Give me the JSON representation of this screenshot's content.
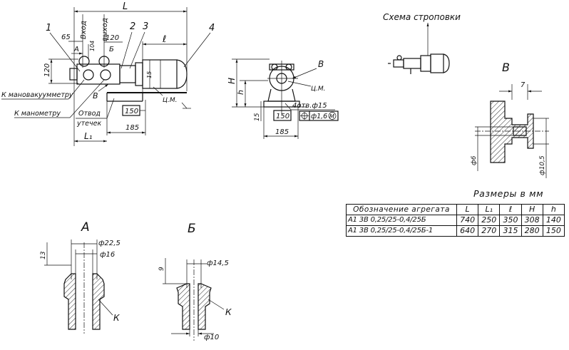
{
  "labels": {
    "overall_length": "L",
    "inlet": "Вход",
    "outlet": "выход",
    "callout_1": "1",
    "callout_2": "2",
    "callout_3": "3",
    "callout_4": "4",
    "dim_65": "65",
    "dim_104": "104",
    "dim_120_top": "120",
    "dim_120_left": "120",
    "dim_l": "ℓ",
    "dim_15_vert": "15",
    "section_a_marker": "А",
    "section_b_marker": "Б",
    "view_v_marker": "В",
    "cm": "Ц.М.",
    "to_vacuum_gauge": "К мановакуумметру",
    "to_pressure_gauge": "К манометру",
    "leak_drain_line1": "Отвод",
    "leak_drain_line2": "утечек",
    "dim_150_boxed": "150",
    "dim_185": "185",
    "dim_l1": "L₁",
    "dim_H": "H",
    "dim_h": "h",
    "dim_15_end": "15",
    "dim_150_end": "150",
    "dim_185_end": "185",
    "holes_note": "4отв.ф15",
    "tolerance_phi": "ф1,6",
    "tolerance_m": "М",
    "sling_title": "Схема строповки",
    "view_v_title": "В",
    "dim_7": "7",
    "dim_phi6": "ф6",
    "dim_phi10_5": "ф10,5",
    "section_a_title": "А",
    "section_b_title": "Б",
    "a_dim_13": "13",
    "a_dim_phi22_5": "ф22,5",
    "a_dim_phi16": "ф16",
    "a_k": "К",
    "b_dim_9": "9",
    "b_dim_phi14_5": "ф14,5",
    "b_dim_phi10": "ф10",
    "b_k": "К"
  },
  "table": {
    "title": "Размеры в мм",
    "headers": [
      "Обозначение агрегата",
      "L",
      "L₁",
      "ℓ",
      "H",
      "h"
    ],
    "rows": [
      [
        "А1 3В 0,25/25-0,4/25Б",
        "740",
        "250",
        "350",
        "308",
        "140"
      ],
      [
        "А1 3В 0,25/25-0,4/25Б-1",
        "640",
        "270",
        "315",
        "280",
        "150"
      ]
    ]
  }
}
